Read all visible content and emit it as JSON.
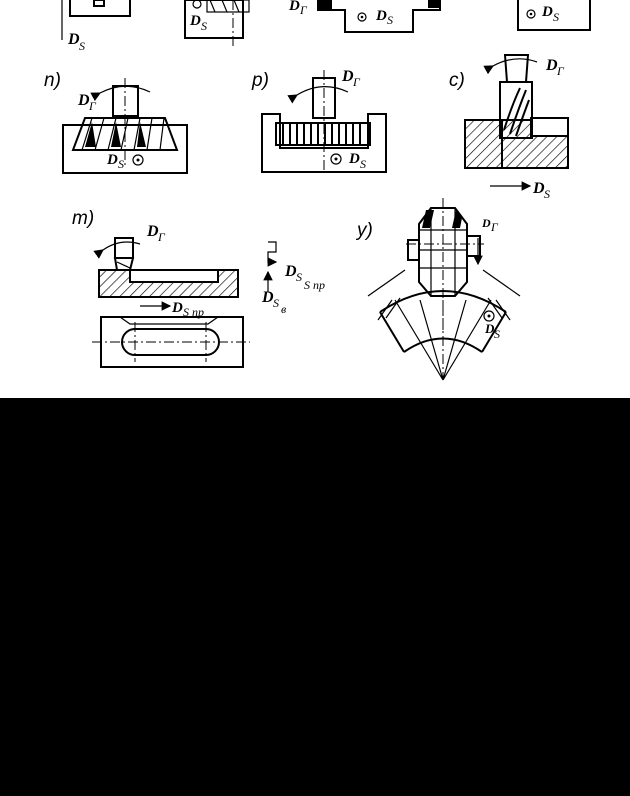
{
  "panels": {
    "n": "n)",
    "p": "p)",
    "c": "c)",
    "m": "m)",
    "y": "y)"
  },
  "symbols": {
    "D": "D",
    "r_sub": "Г",
    "s_sub": "S",
    "s_pr_sub": "S пр",
    "s_v_sub": "в"
  },
  "colors": {
    "ink": "#000000",
    "paper": "#ffffff",
    "background": "#000000"
  }
}
